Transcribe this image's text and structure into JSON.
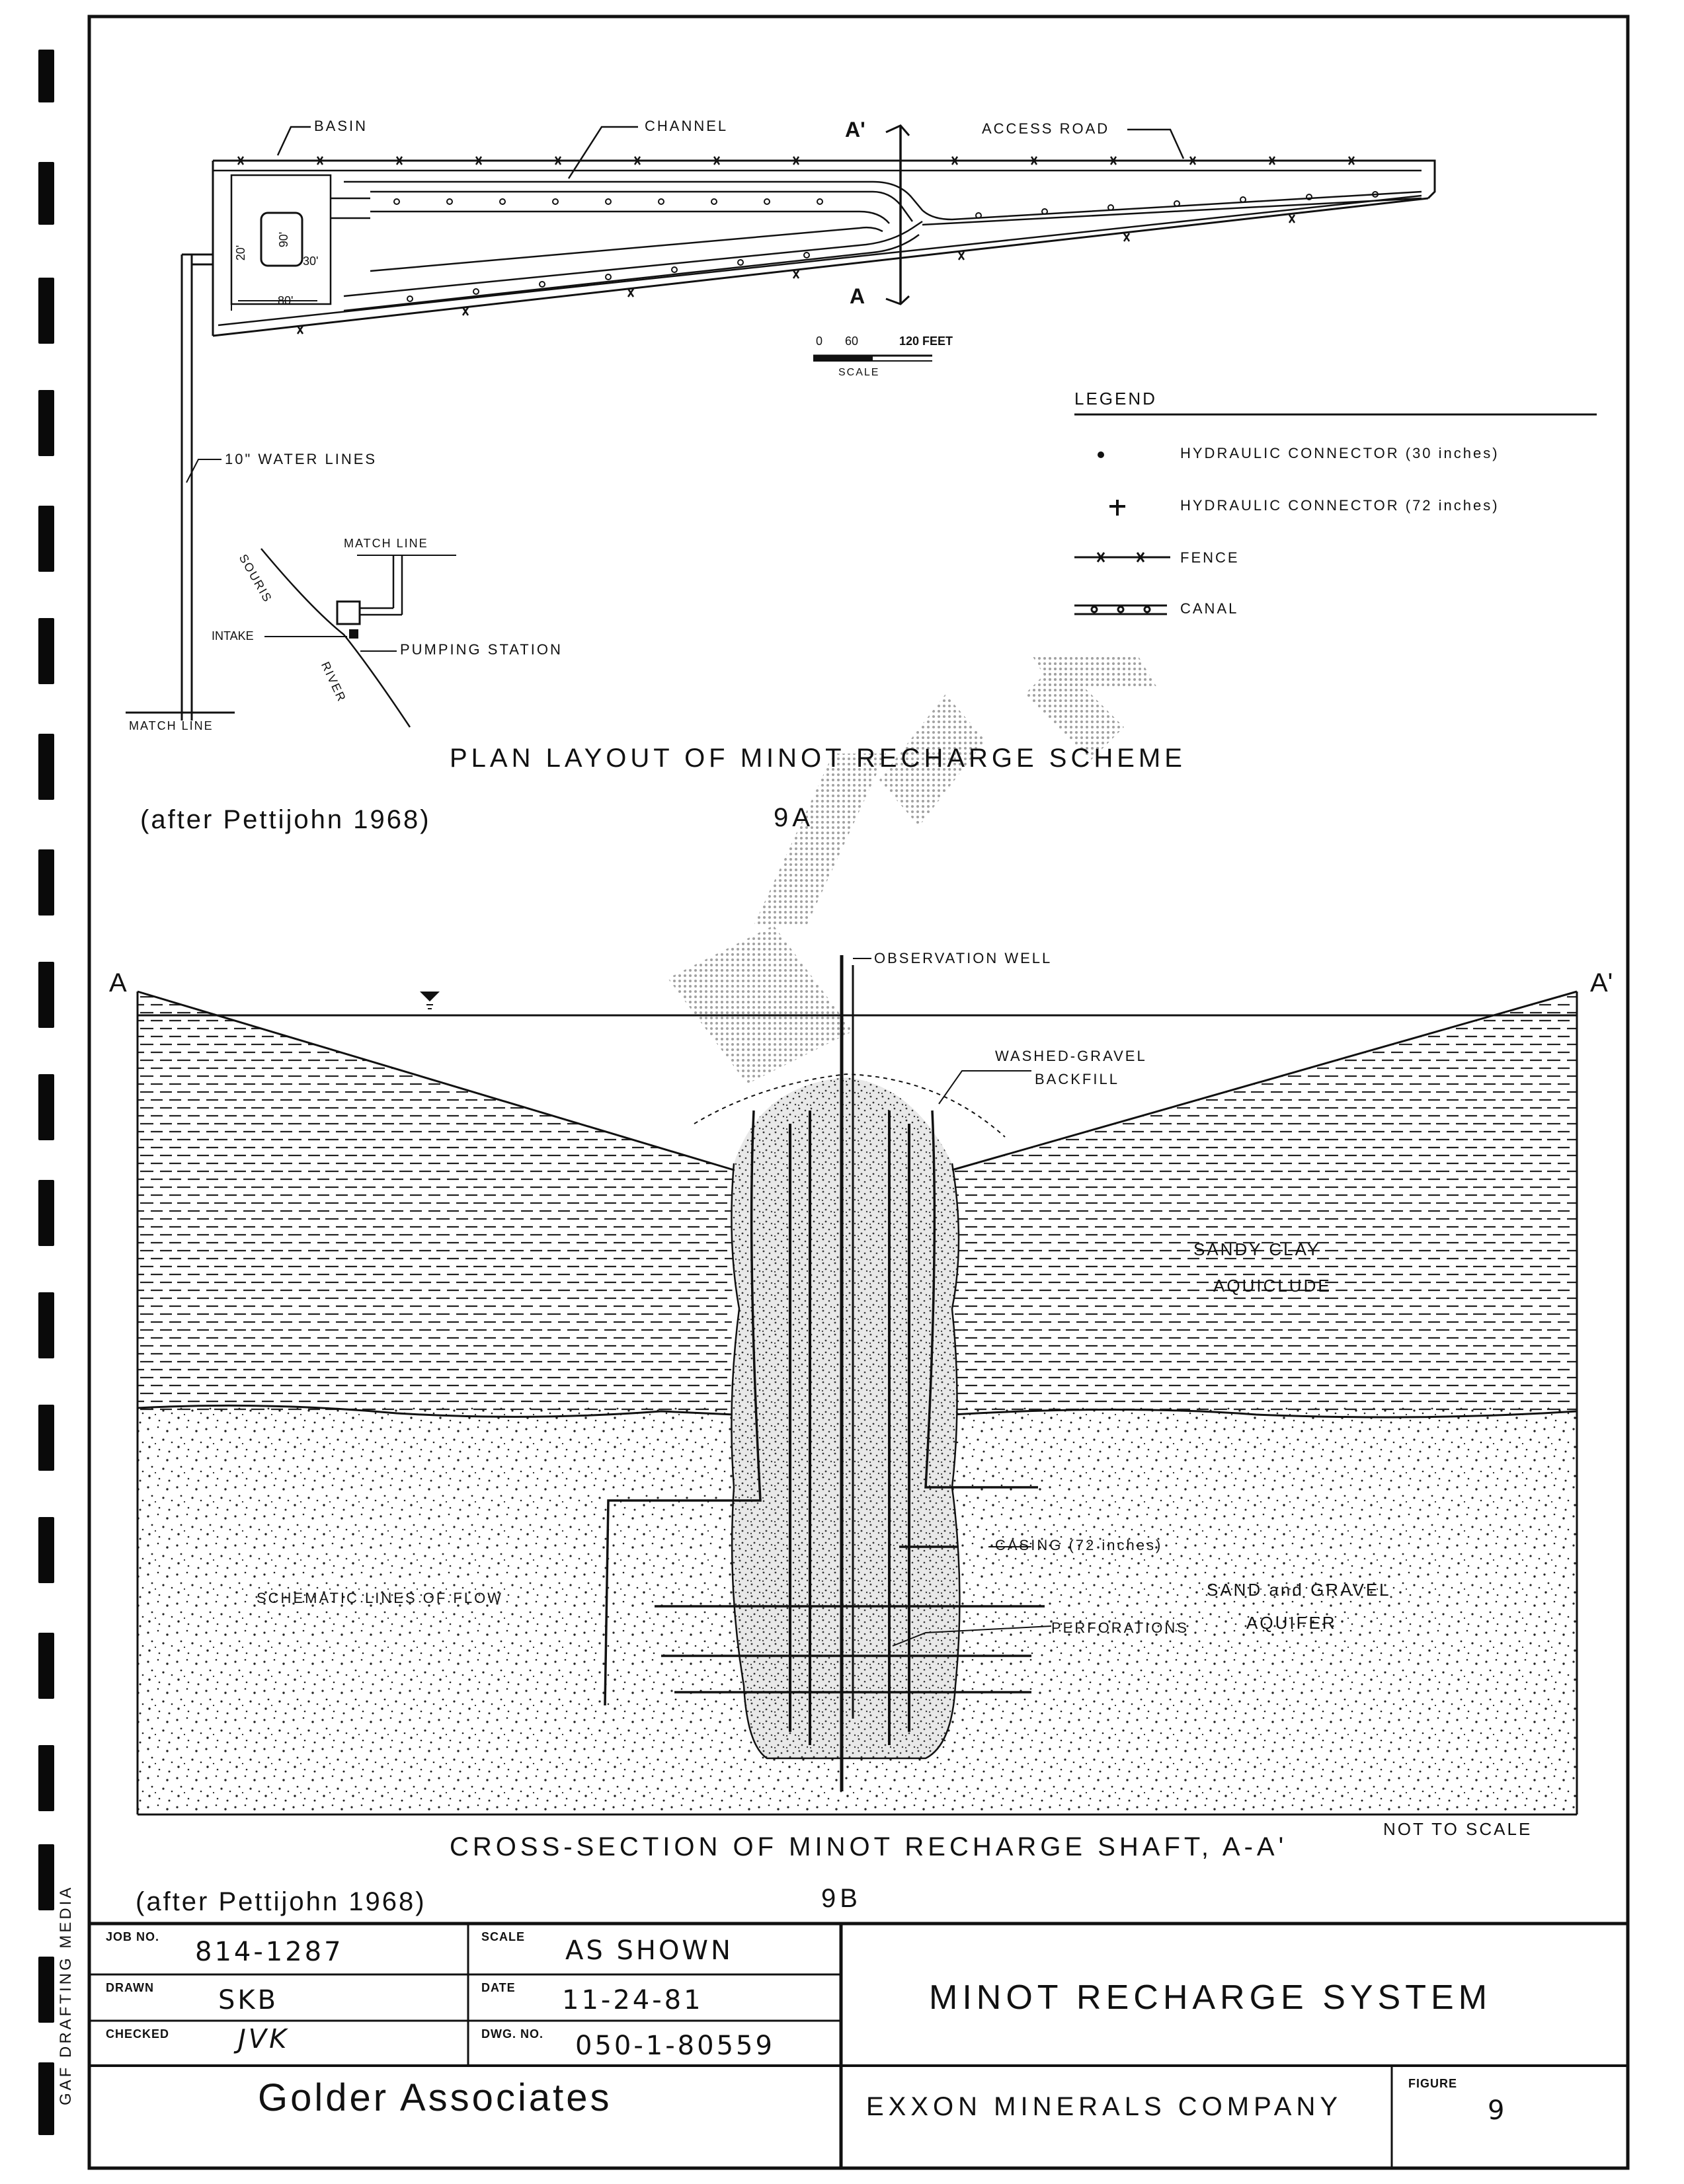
{
  "plan": {
    "labels": {
      "basin": "BASIN",
      "channel": "CHANNEL",
      "section_top": "A'",
      "section_bottom": "A",
      "access_road": "ACCESS ROAD",
      "dim_20": "20'",
      "dim_90": "90'",
      "dim_30": "30'",
      "dim_80": "80'",
      "water_lines": "10\" WATER LINES",
      "match_line_top": "MATCH LINE",
      "match_line_bottom": "MATCH LINE",
      "souris": "SOURIS",
      "river": "RIVER",
      "intake": "INTAKE",
      "pumping_station": "PUMPING STATION"
    },
    "scale_bar": {
      "ticks": [
        "0",
        "60",
        "120 FEET"
      ],
      "caption": "SCALE"
    },
    "title": "PLAN LAYOUT OF MINOT RECHARGE SCHEME",
    "figure_number": "9A",
    "credit": "(after Pettijohn 1968)"
  },
  "legend": {
    "title": "LEGEND",
    "items": [
      {
        "symbol": "dot-icon",
        "label": "HYDRAULIC CONNECTOR (30 inches)"
      },
      {
        "symbol": "cross-icon",
        "label": "HYDRAULIC CONNECTOR (72 inches)"
      },
      {
        "symbol": "fence-line-icon",
        "label": "FENCE"
      },
      {
        "symbol": "canal-line-icon",
        "label": "CANAL"
      }
    ]
  },
  "section": {
    "label_left": "A",
    "label_right": "A'",
    "labels": {
      "observation_well": "OBSERVATION WELL",
      "washed_gravel_1": "WASHED-GRAVEL",
      "washed_gravel_2": "BACKFILL",
      "sandy_clay_1": "SANDY CLAY",
      "sandy_clay_2": "AQUICLUDE",
      "casing": "CASING (72 inches)",
      "flow_lines": "SCHEMATIC LINES OF FLOW",
      "perforations": "PERFORATIONS",
      "aquifer_1": "SAND and GRAVEL",
      "aquifer_2": "AQUIFER"
    },
    "not_to_scale": "NOT TO SCALE",
    "title": "CROSS-SECTION OF MINOT RECHARGE SHAFT, A-A'",
    "figure_number": "9B",
    "credit": "(after Pettijohn 1968)"
  },
  "title_block": {
    "job_no_label": "JOB NO.",
    "job_no": "814-1287",
    "scale_label": "SCALE",
    "scale": "AS SHOWN",
    "drawn_label": "DRAWN",
    "drawn": "SKB",
    "date_label": "DATE",
    "date": "11-24-81",
    "checked_label": "CHECKED",
    "checked": "JVK",
    "dwg_no_label": "DWG. NO.",
    "dwg_no": "050-1-80559",
    "firm": "Golder Associates",
    "project_title": "MINOT RECHARGE SYSTEM",
    "client": "EXXON MINERALS COMPANY",
    "figure_label": "FIGURE",
    "figure_number": "9"
  },
  "margin_text": "GAF DRAFTING MEDIA"
}
